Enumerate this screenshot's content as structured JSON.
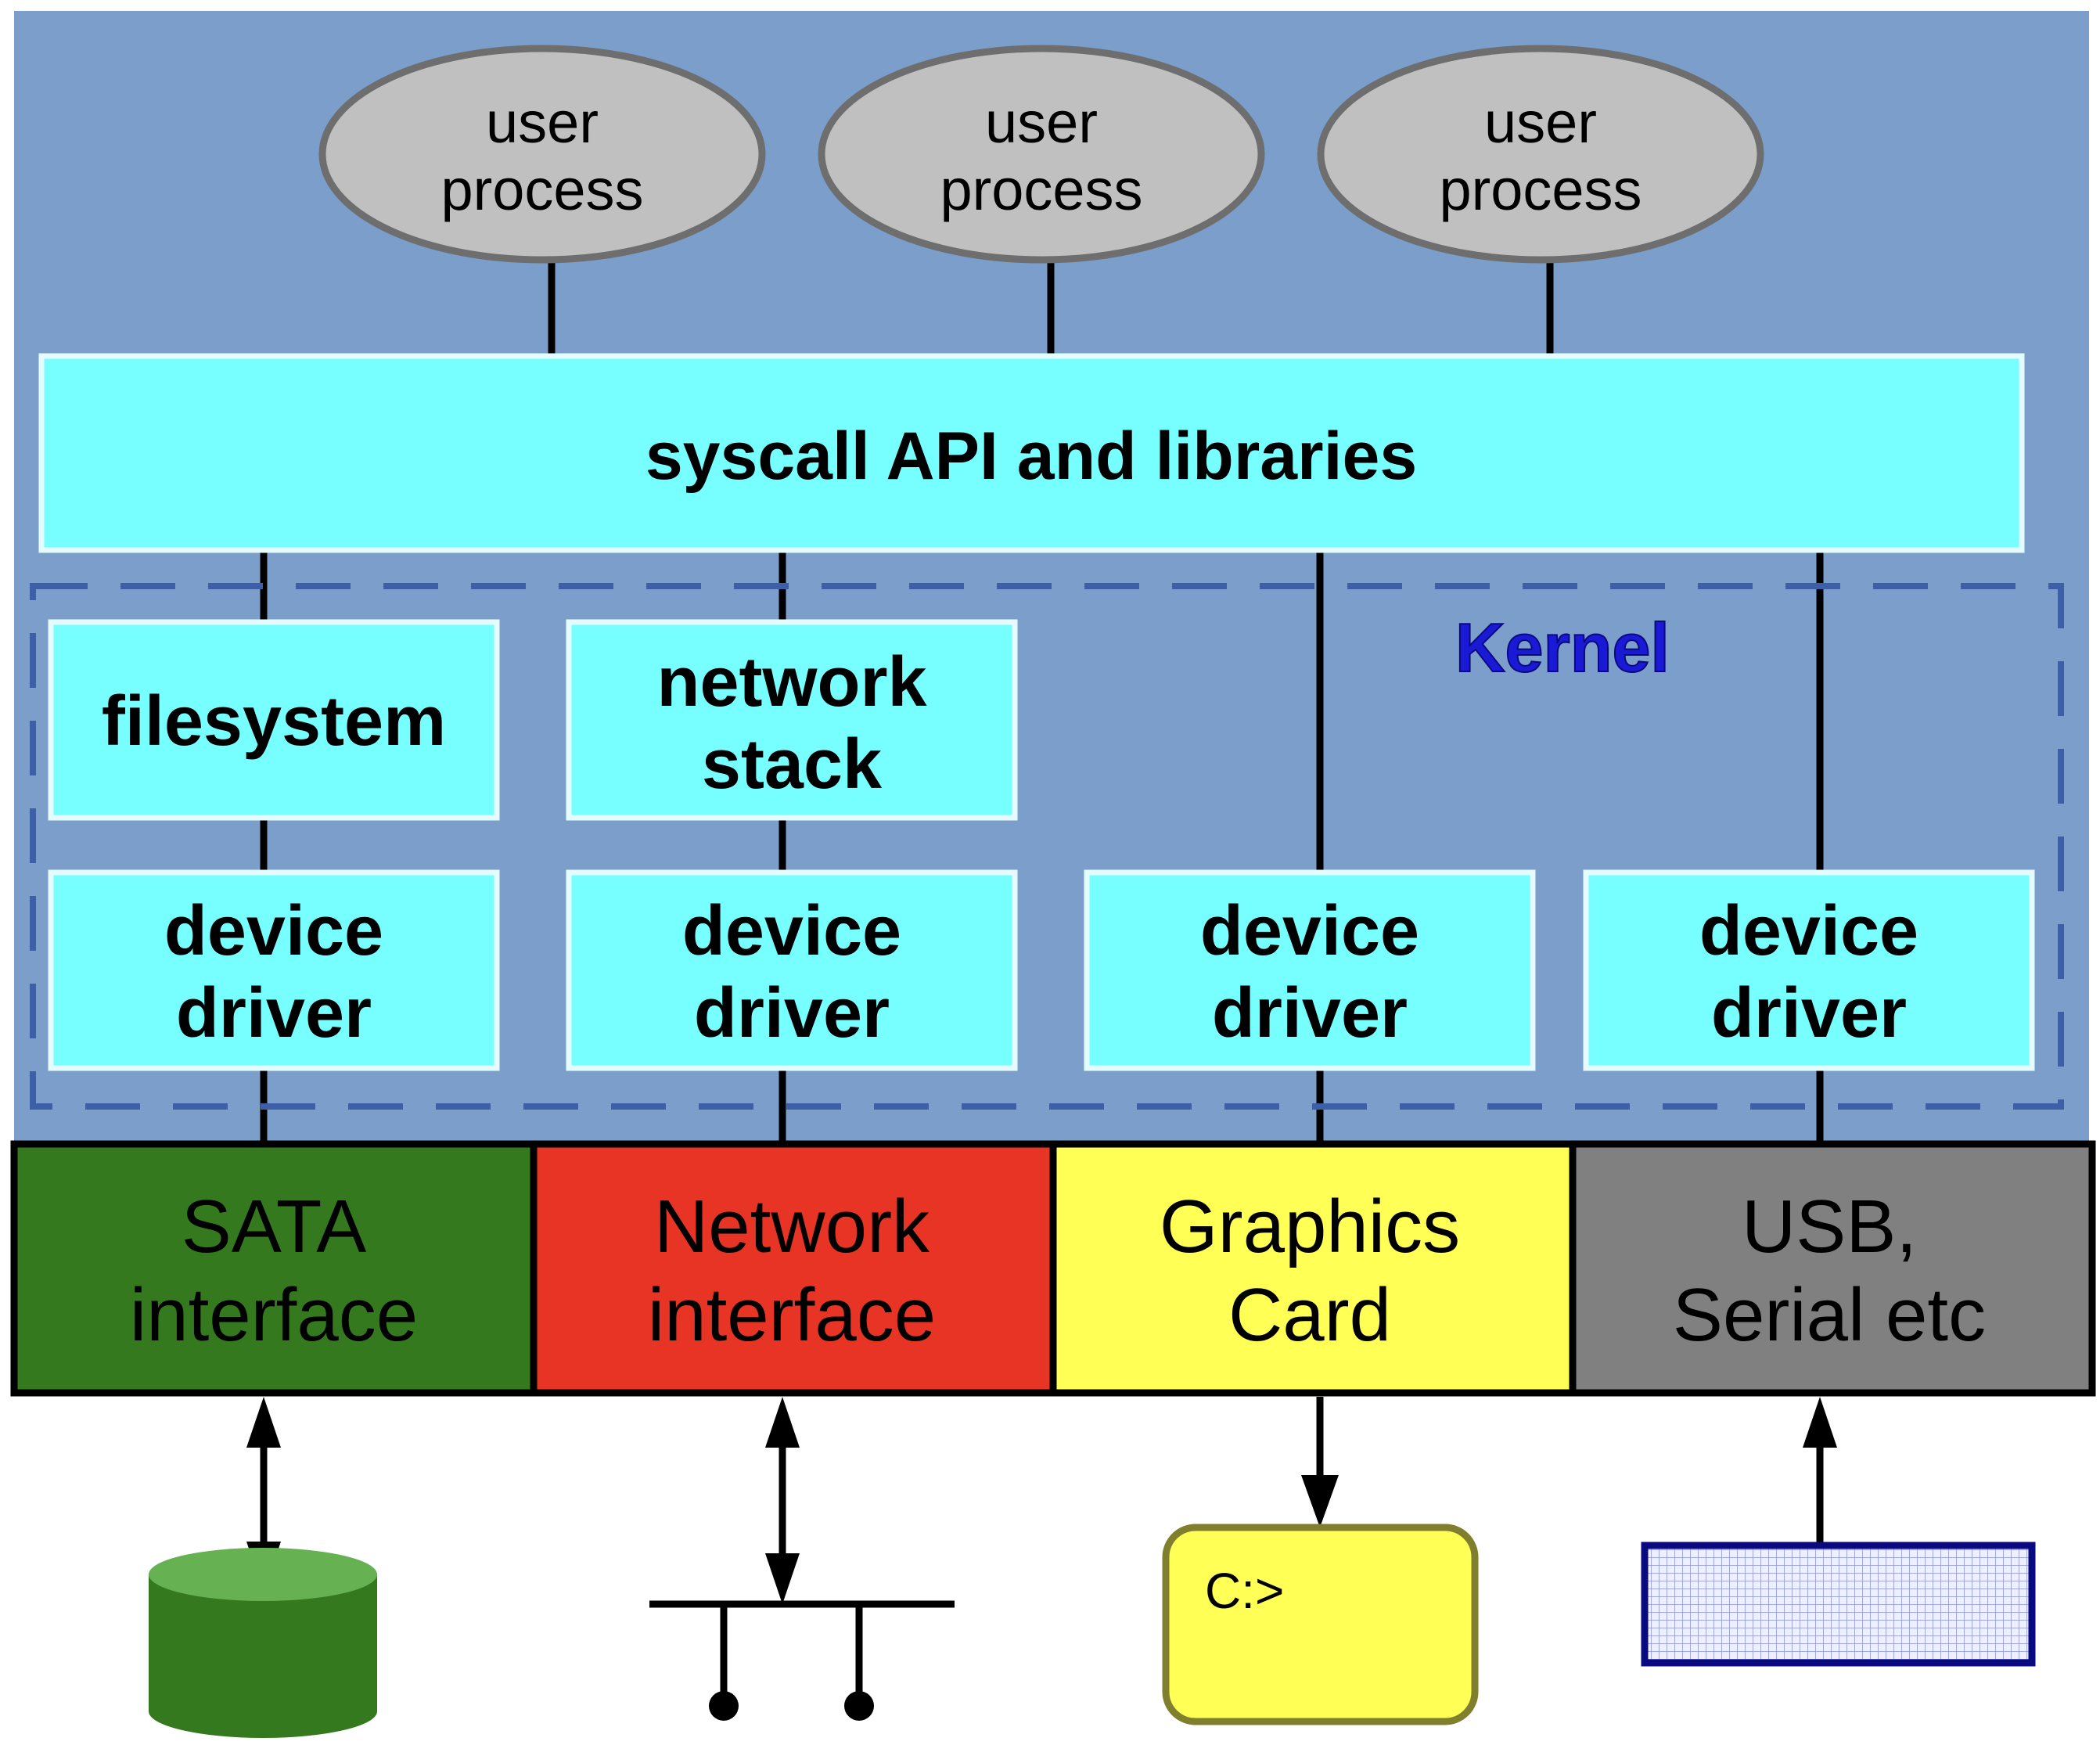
{
  "user_processes": [
    {
      "line1": "user",
      "line2": "process"
    },
    {
      "line1": "user",
      "line2": "process"
    },
    {
      "line1": "user",
      "line2": "process"
    }
  ],
  "syscall": {
    "label": "syscall API and libraries"
  },
  "kernel": {
    "label": "Kernel"
  },
  "kernel_modules": {
    "filesystem": "filesystem",
    "network_stack": {
      "line1": "network",
      "line2": "stack"
    }
  },
  "device_drivers": [
    {
      "line1": "device",
      "line2": "driver"
    },
    {
      "line1": "device",
      "line2": "driver"
    },
    {
      "line1": "device",
      "line2": "driver"
    },
    {
      "line1": "device",
      "line2": "driver"
    }
  ],
  "hardware": [
    {
      "line1": "SATA",
      "line2": "interface",
      "color": "#35791f"
    },
    {
      "line1": "Network",
      "line2": "interface",
      "color": "#e83425"
    },
    {
      "line1": "Graphics",
      "line2": "Card",
      "color": "#ffff55"
    },
    {
      "line1": "USB,",
      "line2": "Serial etc",
      "color": "#808080"
    }
  ],
  "devices": {
    "terminal_prompt": "C:>"
  },
  "colors": {
    "background": "#7b9ecb",
    "box_fill": "#77ffff",
    "process_fill": "#c0c0c0",
    "kernel_border": "#3d5fa8",
    "kernel_text": "#1a1ad6",
    "disk": "#35791f",
    "terminal": "#ffff55",
    "keyboard_border": "#0a0a80"
  }
}
